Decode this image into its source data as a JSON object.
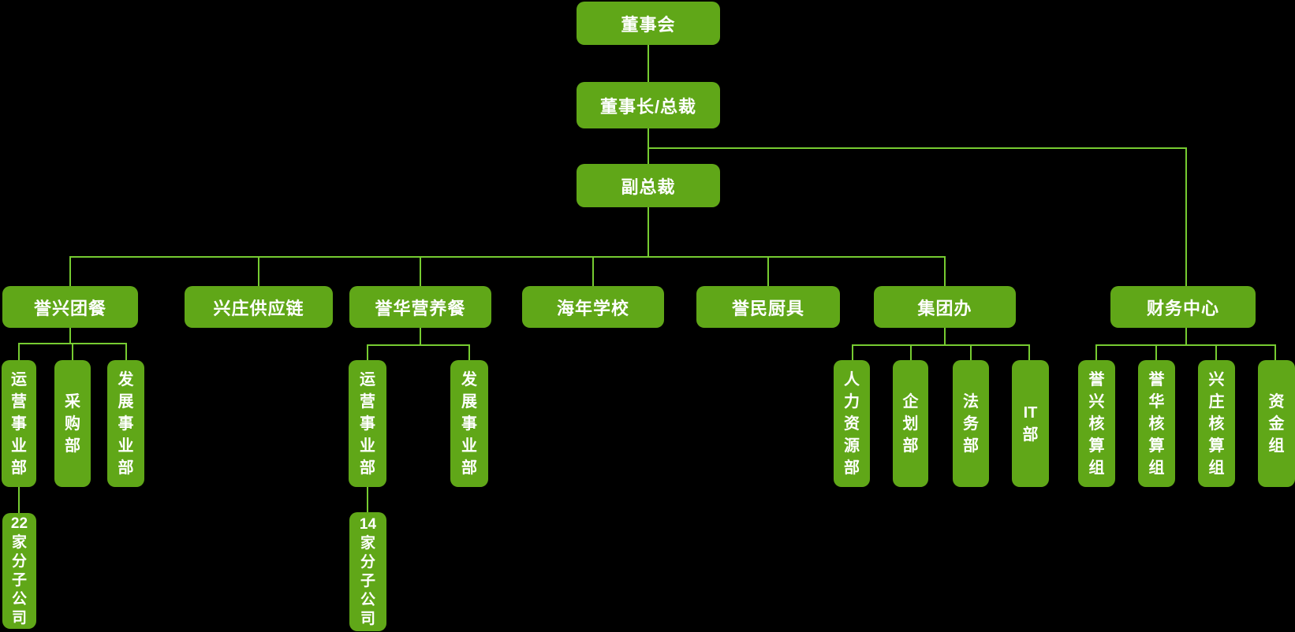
{
  "diagram": {
    "type": "org-chart",
    "background_color": "#000000",
    "node_fill_color": "#60a718",
    "connector_color": "#76cb31",
    "text_color": "#ffffff",
    "nodes": {
      "board": {
        "label": "董事会",
        "parent": null
      },
      "chairman_president": {
        "label": "董事长/总裁",
        "parent": "board"
      },
      "vice_president": {
        "label": "副总裁",
        "parent": "chairman_president"
      },
      "yuxing_catering": {
        "label": "誉兴团餐",
        "parent": "vice_president"
      },
      "xingzhuang_supply_chain": {
        "label": "兴庄供应链",
        "parent": "vice_president"
      },
      "yuhua_nutrition_meal": {
        "label": "誉华营养餐",
        "parent": "vice_president"
      },
      "hainian_school": {
        "label": "海年学校",
        "parent": "vice_president"
      },
      "yumin_kitchenware": {
        "label": "誉民厨具",
        "parent": "vice_president"
      },
      "group_office": {
        "label": "集团办",
        "parent": "vice_president"
      },
      "finance_center": {
        "label": "财务中心",
        "parent": "chairman_president"
      },
      "yuxing_operations_division": {
        "label": "运营事业部",
        "parent": "yuxing_catering"
      },
      "yuxing_procurement_dept": {
        "label": "采购部",
        "parent": "yuxing_catering"
      },
      "yuxing_development_division": {
        "label": "发展事业部",
        "parent": "yuxing_catering"
      },
      "yuxing_subsidiaries": {
        "label": "22家分子公司",
        "parent": "yuxing_operations_division"
      },
      "yuhua_operations_division": {
        "label": "运营事业部",
        "parent": "yuhua_nutrition_meal"
      },
      "yuhua_development_division": {
        "label": "发展事业部",
        "parent": "yuhua_nutrition_meal"
      },
      "yuhua_subsidiaries": {
        "label": "14家分子公司",
        "parent": "yuhua_operations_division"
      },
      "hr_dept": {
        "label": "人力资源部",
        "parent": "group_office"
      },
      "planning_dept": {
        "label": "企划部",
        "parent": "group_office"
      },
      "legal_dept": {
        "label": "法务部",
        "parent": "group_office"
      },
      "it_dept": {
        "label": "IT部",
        "parent": "group_office"
      },
      "yuxing_accounting_group": {
        "label": "誉兴核算组",
        "parent": "finance_center"
      },
      "yuhua_accounting_group": {
        "label": "誉华核算组",
        "parent": "finance_center"
      },
      "xingzhuang_accounting_group": {
        "label": "兴庄核算组",
        "parent": "finance_center"
      },
      "treasury_group": {
        "label": "资金组",
        "parent": "finance_center"
      }
    }
  }
}
